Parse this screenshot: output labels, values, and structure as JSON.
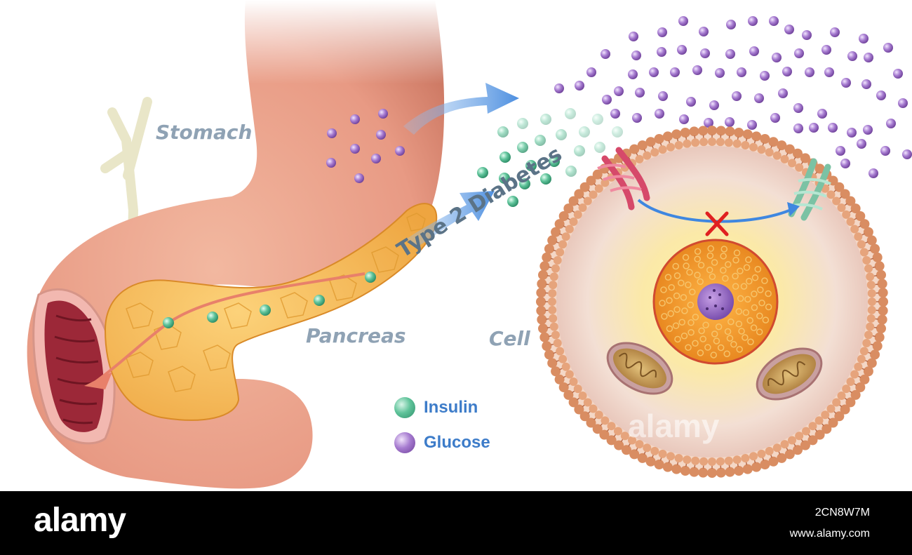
{
  "labels": {
    "stomach": "Stomach",
    "pancreas": "Pancreas",
    "cell": "Cell",
    "condition": "Type 2 Diabetes"
  },
  "legend": {
    "insulin": {
      "label": "Insulin",
      "color": "#4fb88c"
    },
    "glucose": {
      "label": "Glucose",
      "color": "#9b6fc7"
    }
  },
  "watermark": {
    "center": "alamy"
  },
  "footer": {
    "logo": "alamy",
    "image_id": "2CN8W7M",
    "url": "www.alamy.com"
  },
  "colors": {
    "arrow": "#5b9ae6",
    "membrane": "#d88a5c",
    "nucleus": "#f0a030",
    "block_mark": "#e02020"
  }
}
